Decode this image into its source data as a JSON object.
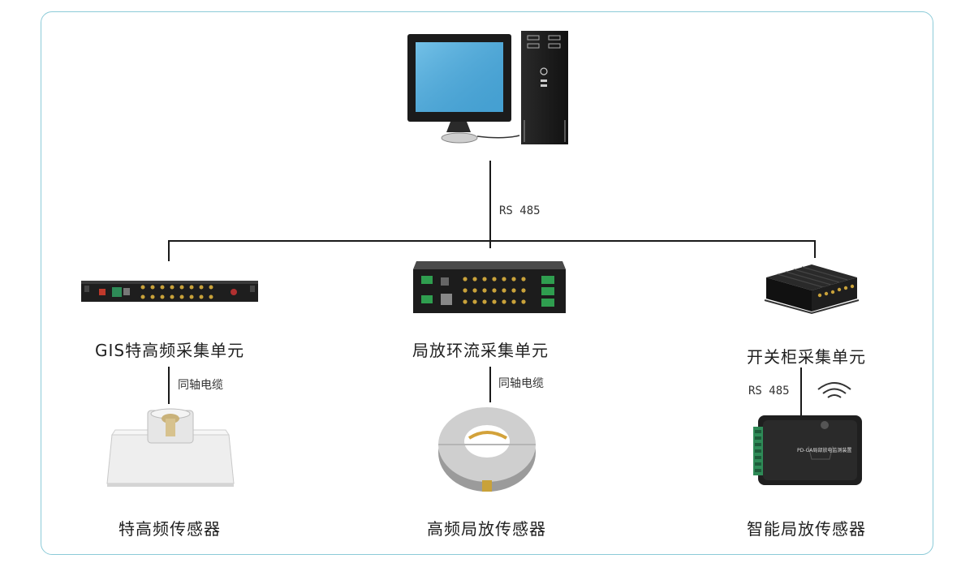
{
  "links": {
    "bus_label": "RS 485",
    "coax_left": "同轴电缆",
    "coax_mid": "同轴电缆",
    "rs485_right": "RS 485"
  },
  "units": {
    "gis": "GIS特高频采集单元",
    "pd": "局放环流采集单元",
    "switch": "开关柜采集单元"
  },
  "sensors": {
    "uhf": "特高频传感器",
    "hf": "高频局放传感器",
    "smart": "智能局放传感器"
  },
  "device_text": {
    "smart_box_label": "PD-GA局部放电监测装置"
  }
}
